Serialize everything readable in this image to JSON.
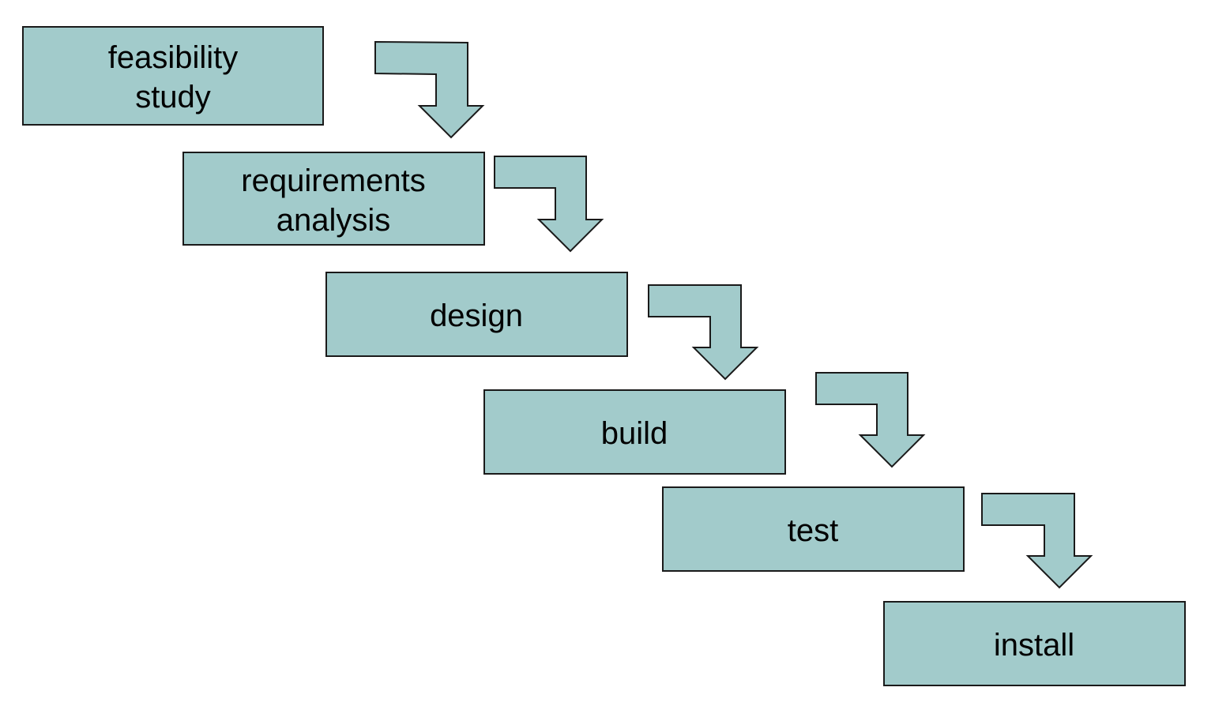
{
  "diagram": {
    "type": "waterfall",
    "fill_color": "#a2cbcb",
    "stroke_color": "#1a1a1a",
    "stages": [
      {
        "id": "feasibility",
        "lines": [
          "feasibility",
          "study"
        ]
      },
      {
        "id": "requirements",
        "lines": [
          "requirements",
          "analysis"
        ]
      },
      {
        "id": "design",
        "lines": [
          "design"
        ]
      },
      {
        "id": "build",
        "lines": [
          "build"
        ]
      },
      {
        "id": "test",
        "lines": [
          "test"
        ]
      },
      {
        "id": "install",
        "lines": [
          "install"
        ]
      }
    ],
    "arrows": [
      {
        "from": "feasibility",
        "to": "requirements"
      },
      {
        "from": "requirements",
        "to": "design"
      },
      {
        "from": "design",
        "to": "build"
      },
      {
        "from": "build",
        "to": "test"
      },
      {
        "from": "test",
        "to": "install"
      }
    ]
  }
}
